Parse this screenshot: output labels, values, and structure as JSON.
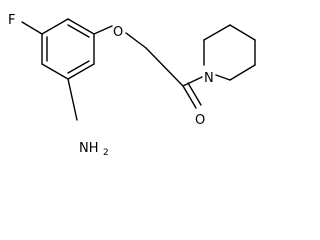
{
  "structure": {
    "atoms": {
      "fluorine": "F",
      "oxygen_ether": "O",
      "oxygen_carbonyl": "O",
      "nitrogen": "N",
      "amine": "NH",
      "amine_subscript": "2"
    },
    "colors": {
      "bond": "#000000",
      "label": "#000000",
      "background": "#ffffff"
    }
  }
}
